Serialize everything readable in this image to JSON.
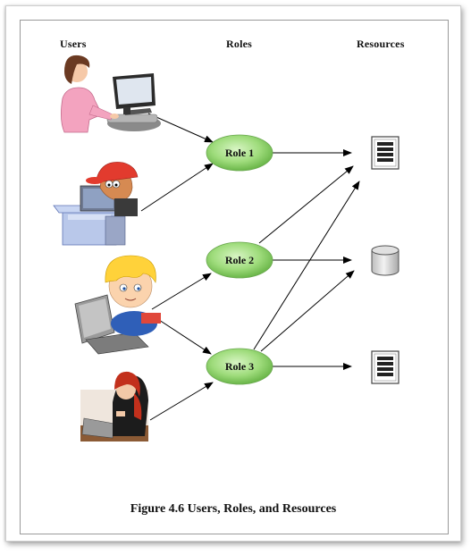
{
  "headers": {
    "users": "Users",
    "roles": "Roles",
    "resources": "Resources"
  },
  "roles": [
    {
      "label": "Role 1"
    },
    {
      "label": "Role 2"
    },
    {
      "label": "Role 3"
    }
  ],
  "users": [
    {
      "icon": "woman-at-desktop-icon"
    },
    {
      "icon": "boy-with-cap-at-computer-icon"
    },
    {
      "icon": "blond-boy-at-computer-icon"
    },
    {
      "icon": "woman-with-laptop-icon"
    }
  ],
  "resources": [
    {
      "icon": "document-server-icon"
    },
    {
      "icon": "database-cylinder-icon"
    },
    {
      "icon": "document-server-icon"
    }
  ],
  "caption": "Figure 4.6  Users, Roles, and Resources",
  "colors": {
    "role_fill": "#8fd16a",
    "role_edge": "#5a9c3a",
    "arrow": "#000000"
  }
}
